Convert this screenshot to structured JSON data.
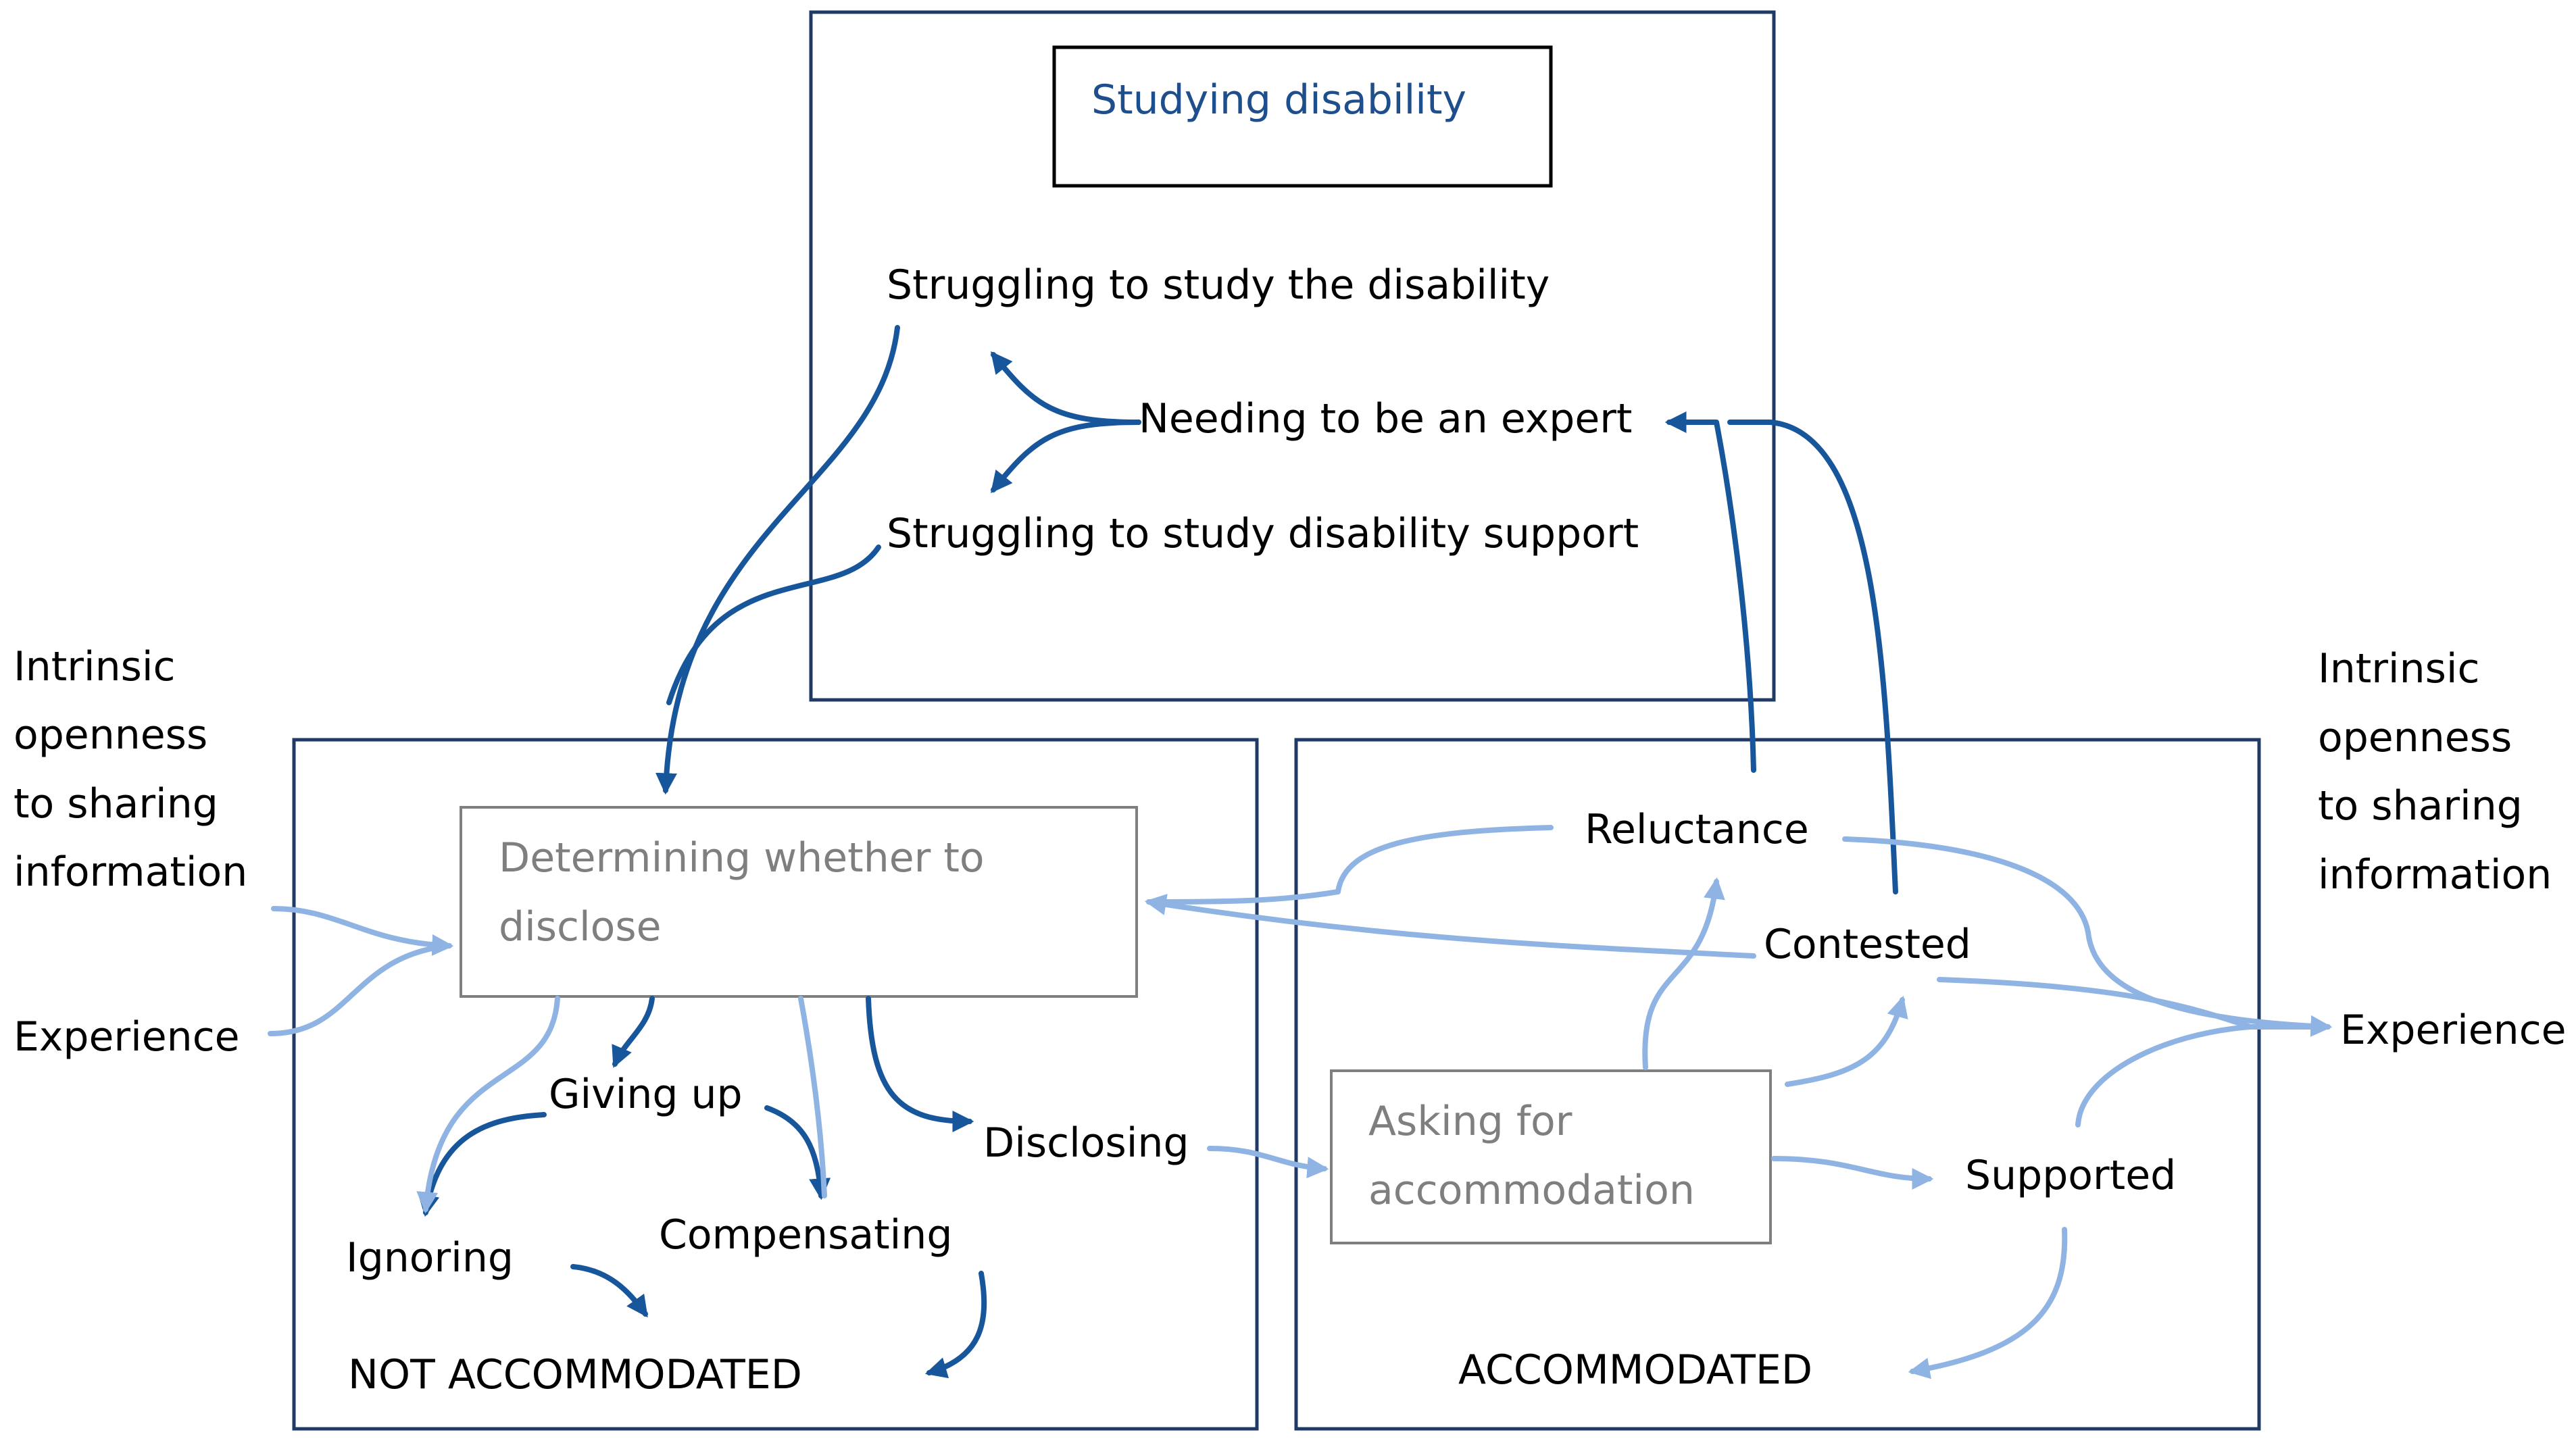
{
  "title_box": {
    "label": "Studying disability"
  },
  "top_labels": {
    "struggling_disability": "Struggling to study the disability",
    "needing_expert": "Needing to be an expert",
    "struggling_support": "Struggling to study disability support"
  },
  "left_side": {
    "lines": [
      "Intrinsic",
      "openness",
      "to sharing",
      "information"
    ],
    "experience": "Experience"
  },
  "right_side": {
    "lines": [
      "Intrinsic",
      "openness",
      "to sharing",
      "information"
    ],
    "experience": "Experience"
  },
  "left_box": {
    "determining_lines": [
      "Determining whether to",
      "disclose"
    ],
    "giving_up": "Giving up",
    "disclosing": "Disclosing",
    "ignoring": "Ignoring",
    "compensating": "Compensating",
    "not_accommodated": "NOT ACCOMMODATED"
  },
  "right_box": {
    "reluctance": "Reluctance",
    "contested": "Contested",
    "asking_lines": [
      "Asking for",
      "accommodation"
    ],
    "supported": "Supported",
    "accommodated": "ACCOMMODATED"
  },
  "colors": {
    "dark_arrow": "#17569B",
    "light_arrow": "#8FB4E3",
    "title_text": "#1F4E8C",
    "frame": "#1F3A64",
    "grey_text": "#7f7f7f"
  }
}
